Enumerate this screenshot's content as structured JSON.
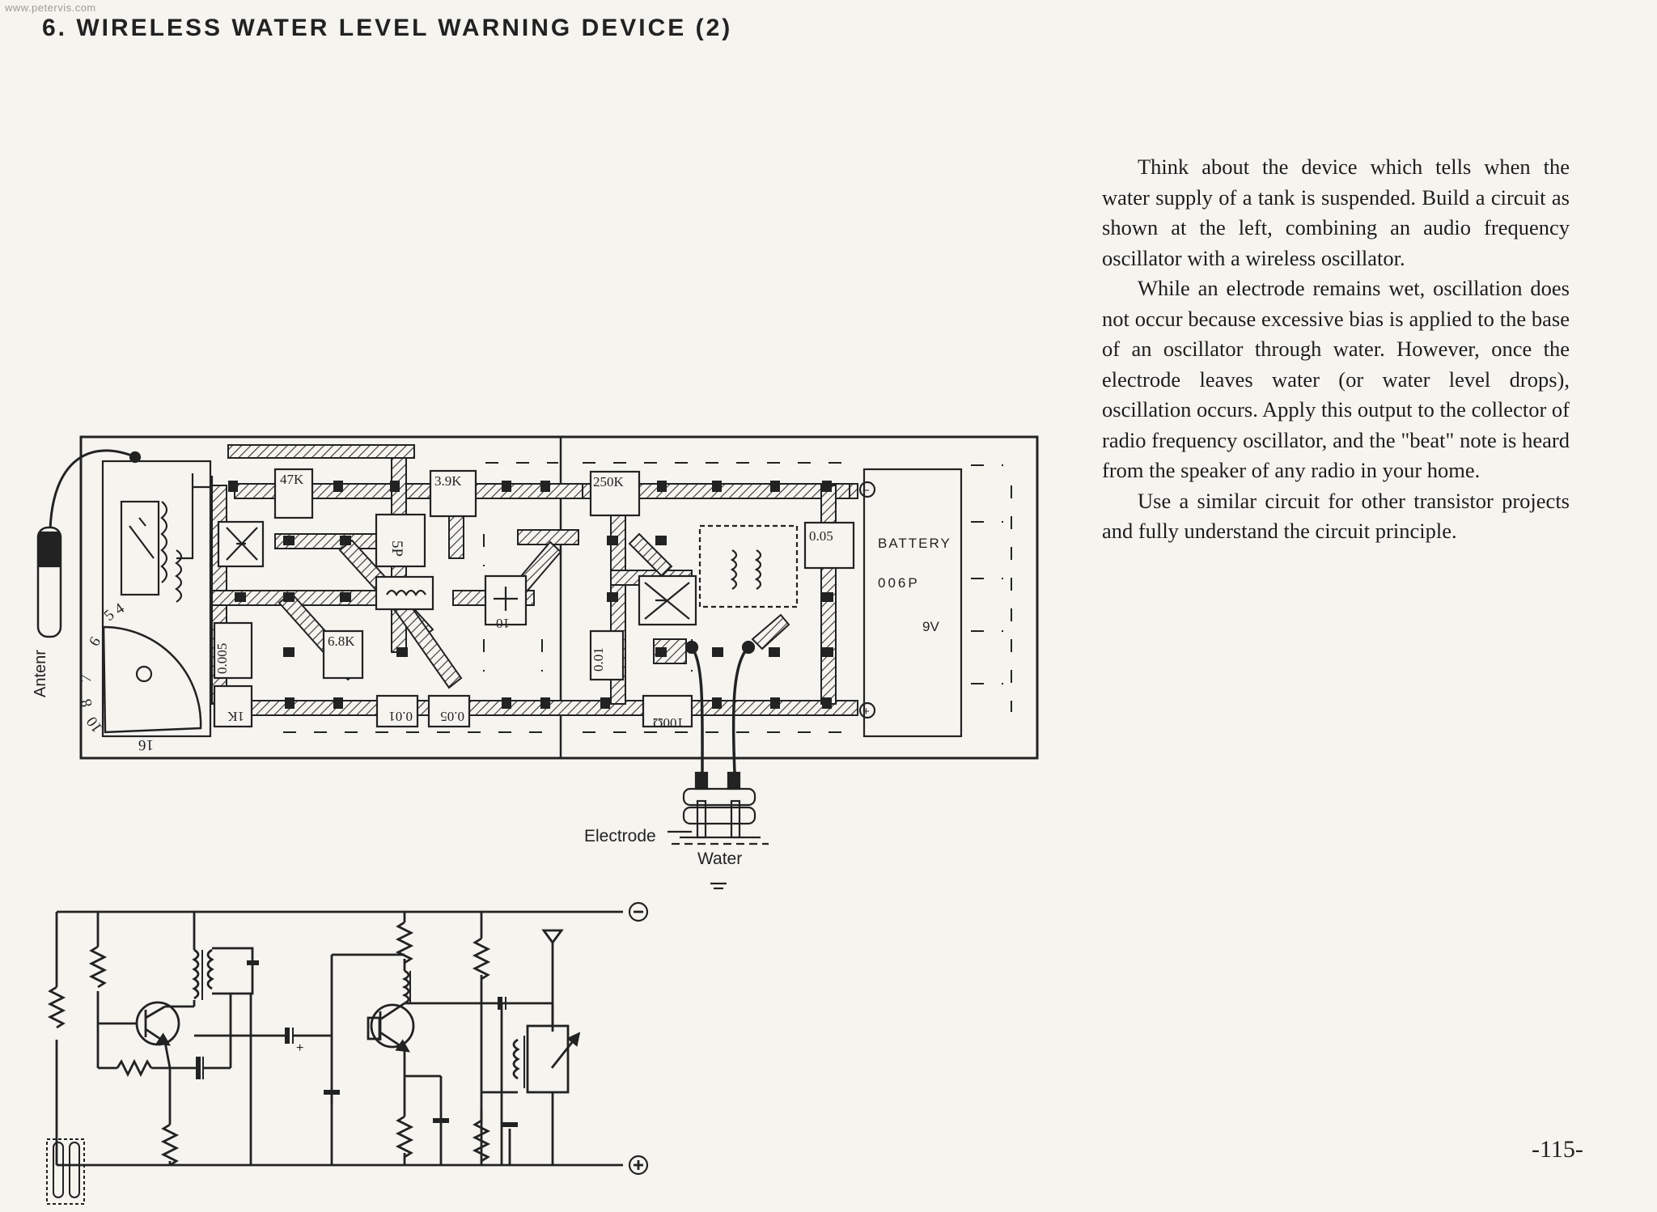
{
  "page": {
    "watermark": "www.petervis.com",
    "heading": "6.  WIRELESS WATER LEVEL WARNING DEVICE (2)",
    "paragraphs": [
      "Think about the device which tells when the water supply of a tank is suspended. Build a circuit as shown at the left, combining an audio frequency oscillator with a wireless oscillator.",
      "While an electrode remains wet, oscillation does not occur because excessive bias is applied to the base of an oscillator through water. However, once the electrode leaves water (or water level drops), oscillation occurs. Apply this output to the collector of radio frequency oscillator, and the \"beat\" note is heard from the speaker of any radio in your home.",
      "Use a similar circuit for other transistor projects and fully understand the circuit principle."
    ],
    "page_number": "-115-"
  },
  "diagram": {
    "antenna_label": "Antenr",
    "dial_numbers": [
      "5",
      "4",
      "6",
      "7",
      "8",
      "10",
      "16"
    ],
    "components": {
      "r47k": "47K",
      "r39k": "3.9K",
      "r250k": "250K",
      "c5p": "5P",
      "c10": "10",
      "c005a": "0.05",
      "battery_label": "BATTERY",
      "battery_type": "006P",
      "battery_voltage": "9V",
      "c0005": "0.005",
      "r68k": "6.8K",
      "c001a": "0.01",
      "r1k": "1K",
      "c001b": "0.01",
      "c005b": "0.05",
      "r100": "100Ω"
    },
    "minus_sign": "−",
    "plus_sign": "+",
    "electrode_label": "Electrode",
    "water_label": "Water"
  }
}
